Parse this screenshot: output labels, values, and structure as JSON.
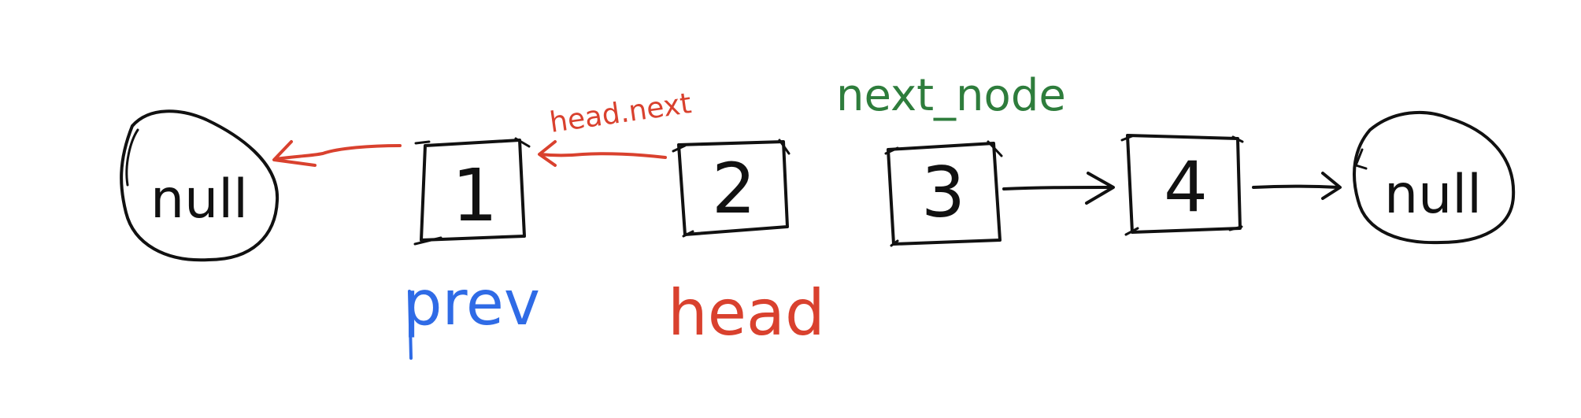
{
  "colors": {
    "ink": "#111111",
    "prev": "#2f6be6",
    "head": "#d9412e",
    "next_node": "#2e7d3c"
  },
  "nulls": {
    "left": "null",
    "right": "null"
  },
  "nodes": [
    "1",
    "2",
    "3",
    "4"
  ],
  "pointers": {
    "prev": "prev",
    "head": "head",
    "head_next": "head.next",
    "next_node": "next_node"
  }
}
